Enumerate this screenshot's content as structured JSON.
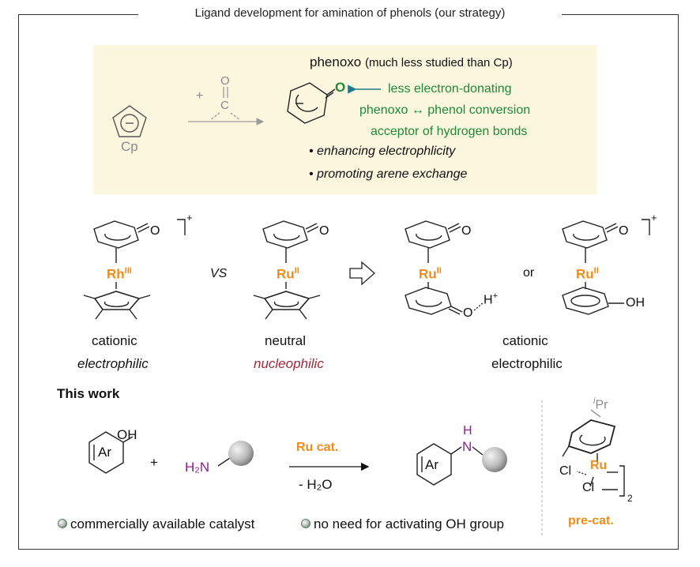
{
  "header": {
    "title": "Ligand development for amination of phenols (our strategy)"
  },
  "strategy": {
    "cp_label": "Cp",
    "plus": "+",
    "co_o": "O",
    "co_c": "C",
    "phenoxo_title": "phenoxo",
    "phenoxo_note": "(much less studied than Cp)",
    "o_label": "O",
    "prop1": "less electron-donating",
    "prop2": "phenoxo ↔ phenol conversion",
    "prop3": "acceptor of hydrogen bonds",
    "bullet1": "enhancing electrophlicity",
    "bullet2": "promoting arene exchange"
  },
  "complexes": {
    "rh_metal": "Rh",
    "rh_ox": "III",
    "ru_metal": "Ru",
    "ru_ox": "II",
    "o": "O",
    "charge": "+",
    "vs": "VS",
    "or": "or",
    "h": "H",
    "oh": "OH",
    "rh_desc1": "cationic",
    "rh_desc2": "electrophilic",
    "ru_desc1": "neutral",
    "ru_desc2": "nucleophilic",
    "right_desc1": "cationic",
    "right_desc2": "electrophilic"
  },
  "reaction": {
    "heading": "This work",
    "ar": "Ar",
    "oh": "OH",
    "plus": "+",
    "amine": "H₂N",
    "catalyst": "Ru cat.",
    "byproduct": "- H₂O",
    "nh_h": "H",
    "nh_n": "N",
    "feature1": "commercially available catalyst",
    "feature2": "no need for activating OH group"
  },
  "precat": {
    "ipr_i": "i",
    "ipr_pr": "Pr",
    "ru": "Ru",
    "cl1": "Cl",
    "cl2": "Cl",
    "two": "2",
    "label": "pre-cat."
  },
  "colors": {
    "green": "#1e8a3a",
    "orange": "#f08c1a",
    "purple": "#8e1e8e",
    "maroon": "#a0283c",
    "panel": "#fbf6de",
    "arrow_teal": "#1e7a8a"
  }
}
